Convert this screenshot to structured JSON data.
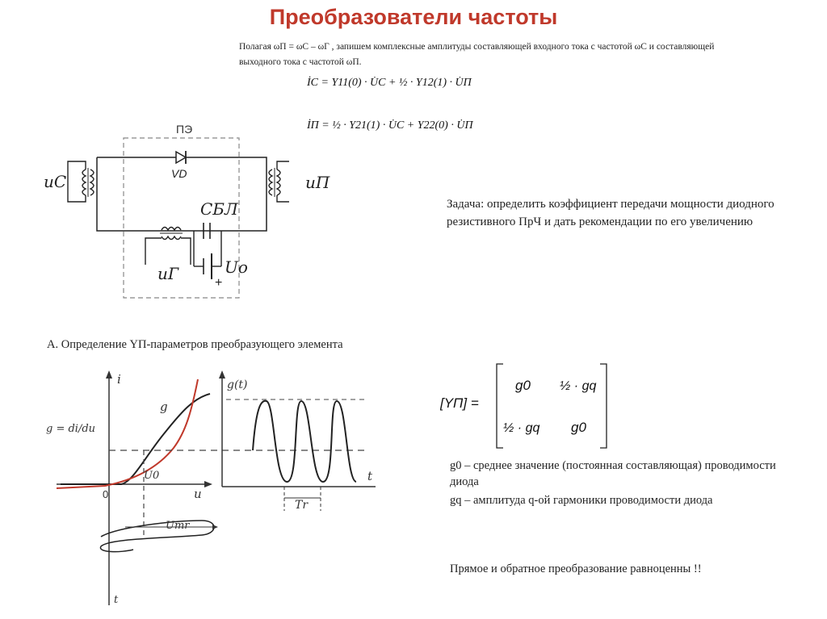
{
  "title": "Преобразователи частоты",
  "intro": {
    "line1": "Полагая  ωП = ωС – ωГ , запишем комплексные амплитуды составляющей входного тока с частотой ωС и составляющей",
    "line2": "выходного тока с частотой ωП."
  },
  "formulas": {
    "ic": "İC = Y11(0) · U̇C + ½ · Y12(1) · U̇П",
    "ip": "İП = ½ · Y21(1) · U̇C + Y22(0) · U̇П"
  },
  "circuit": {
    "pe_label": "ПЭ",
    "vd_label": "VD",
    "uc_label": "uC",
    "up_label": "uП",
    "cbl_label": "CБЛ",
    "ug_label": "uГ",
    "uo_label": "Uo",
    "plus_label": "+"
  },
  "task": "Задача: определить коэффициент передачи мощности диодного резистивного ПрЧ и дать рекомендации по его увеличению",
  "section_a": "А. Определение YП-параметров преобразующего элемента",
  "graph": {
    "i_label": "i",
    "g_label": "g",
    "gdu_label": "g = di/du",
    "o_label": "0",
    "u0_label": "U0",
    "u_label": "u",
    "t_label": "t",
    "umr_label": "Umr",
    "gt_label": "g(t)",
    "t2_label": "t",
    "tr_label": "Tr"
  },
  "matrix": {
    "lhs": "[YП] =",
    "g0": "g0",
    "half_gq": "½ · gq"
  },
  "desc": {
    "g0": "g0 – среднее значение (постоянная составляющая) проводимости диода",
    "gq": "gq – амплитуда q-ой гармоники проводимости диода"
  },
  "conclusion": "Прямое и обратное преобразование равноценны !!"
}
